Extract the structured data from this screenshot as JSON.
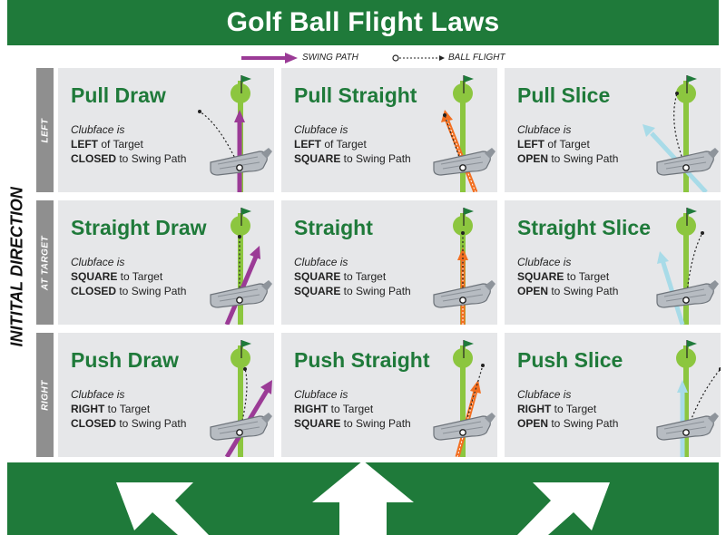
{
  "title": "Golf Ball Flight Laws",
  "legend": {
    "swing_path": "SWING PATH",
    "ball_flight": "BALL FLIGHT"
  },
  "side_title": "INITITAL DIRECTION",
  "row_labels": [
    "LEFT",
    "AT TARGET",
    "RIGHT"
  ],
  "clubface_label": "Clubface is",
  "colors": {
    "green_dark": "#1f7a3a",
    "target_line": "#8cc63f",
    "swing_path_pull": "#9b3b96",
    "swing_path_straight": "#f26f21",
    "swing_path_slice": "#a8dbe8",
    "cell_bg": "#e6e7e9",
    "row_tab": "#8f8f8f"
  },
  "cells": [
    {
      "title": "Pull Draw",
      "line2_bold": "LEFT",
      "line2_rest": " of Target",
      "line3_bold": "CLOSED",
      "line3_rest": " to Swing Path"
    },
    {
      "title": "Pull Straight",
      "line2_bold": "LEFT",
      "line2_rest": " of Target",
      "line3_bold": "SQUARE",
      "line3_rest": " to Swing Path"
    },
    {
      "title": "Pull Slice",
      "line2_bold": "LEFT",
      "line2_rest": " of Target",
      "line3_bold": "OPEN",
      "line3_rest": " to Swing Path"
    },
    {
      "title": "Straight Draw",
      "line2_bold": "SQUARE",
      "line2_rest": " to Target",
      "line3_bold": "CLOSED",
      "line3_rest": " to Swing Path"
    },
    {
      "title": "Straight",
      "line2_bold": "SQUARE",
      "line2_rest": " to Target",
      "line3_bold": "SQUARE",
      "line3_rest": " to Swing Path"
    },
    {
      "title": "Straight Slice",
      "line2_bold": "SQUARE",
      "line2_rest": " to Target",
      "line3_bold": "OPEN",
      "line3_rest": " to Swing Path"
    },
    {
      "title": "Push Draw",
      "line2_bold": "RIGHT",
      "line2_rest": " to Target",
      "line3_bold": "CLOSED",
      "line3_rest": " to Swing Path"
    },
    {
      "title": "Push Straight",
      "line2_bold": "RIGHT",
      "line2_rest": " to Target",
      "line3_bold": "SQUARE",
      "line3_rest": " to Swing Path"
    },
    {
      "title": "Push Slice",
      "line2_bold": "RIGHT",
      "line2_rest": " to Target",
      "line3_bold": "OPEN",
      "line3_rest": " to Swing Path"
    }
  ]
}
